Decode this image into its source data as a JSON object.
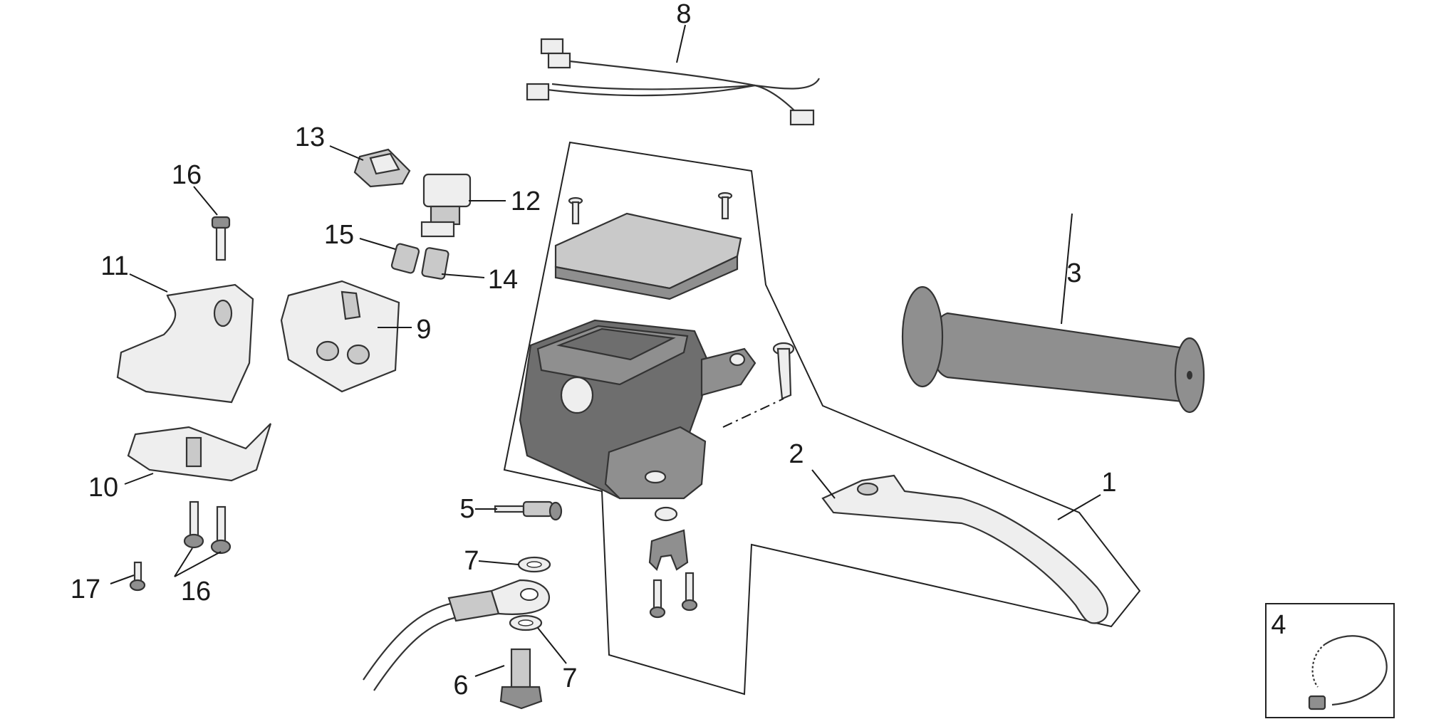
{
  "labels": {
    "l1": "1",
    "l2": "2",
    "l3": "3",
    "l4": "4",
    "l5": "5",
    "l6": "6",
    "l7a": "7",
    "l7b": "7",
    "l8": "8",
    "l9": "9",
    "l10": "10",
    "l11": "11",
    "l12": "12",
    "l13": "13",
    "l14": "14",
    "l15": "15",
    "l16a": "16",
    "l16b": "16",
    "l17": "17"
  }
}
